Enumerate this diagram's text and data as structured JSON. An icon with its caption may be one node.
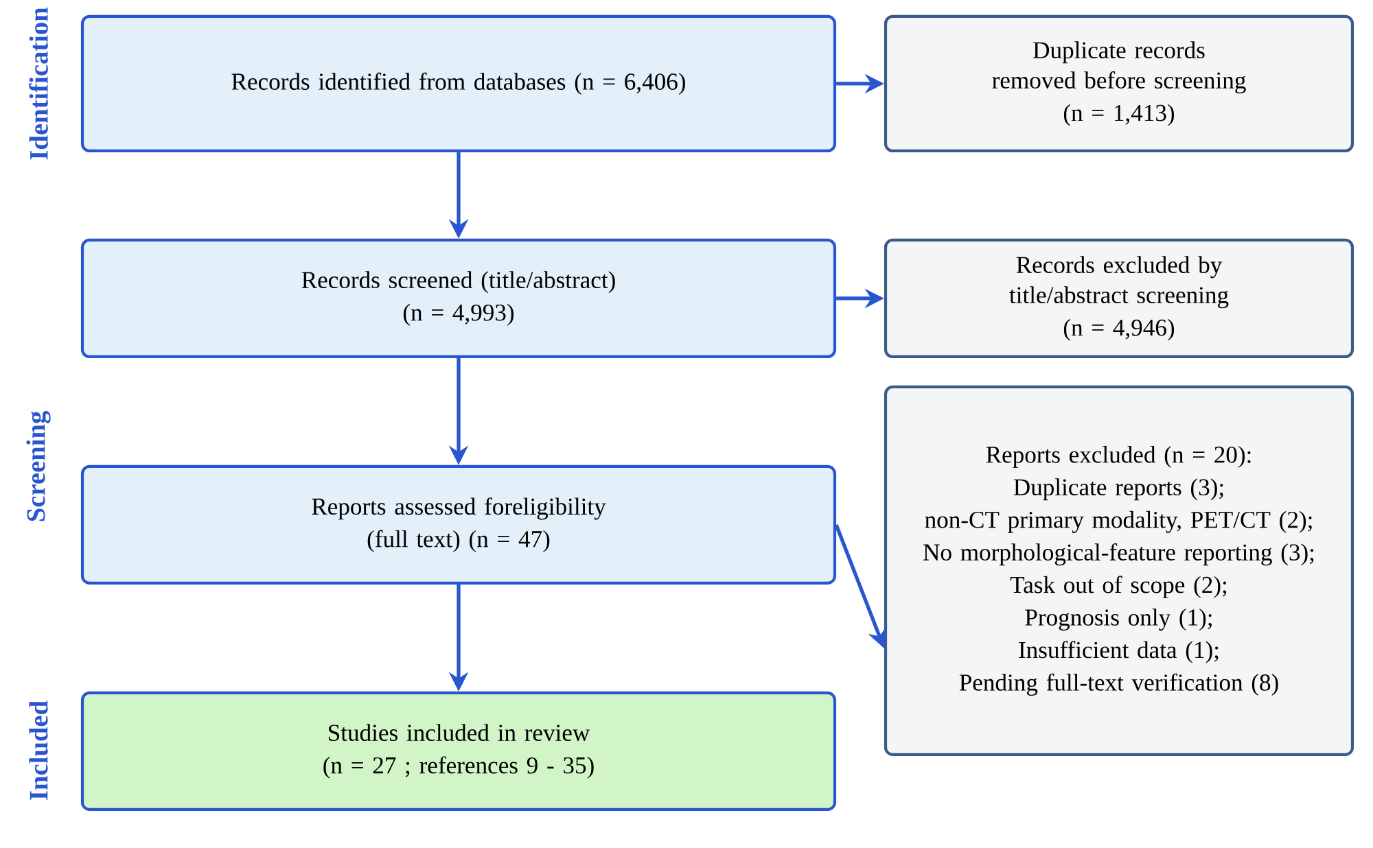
{
  "diagram": {
    "nodes": [
      {
        "text": [
          "Records identified from databases (n = 6,406)"
        ]
      },
      {
        "text": [
          "Duplicate records removed before screening",
          "(n = 1,413)"
        ]
      },
      {
        "text": [
          "Records screened (title/abstract)",
          "(n = 4,993)"
        ]
      },
      {
        "text": [
          "Records excluded by title/abstract screening",
          "(n = 4,946)"
        ]
      },
      {
        "text": [
          "Reports assessed foreligibility",
          "(full text) (n = 47)"
        ]
      },
      {
        "text": [
          "Reports excluded (n = 20):",
          "Duplicate reports (3);",
          "non-CT primary modality, PET/CT (2);",
          "No morphological-feature reporting (3);",
          "Task out of scope (2);",
          "Prognosis only (1);",
          "Insufficient data (1);",
          "Pending full-text verification (8)"
        ]
      },
      {
        "text": [
          "Studies included in review",
          "(n = 27 ; references 9 - 35)"
        ]
      }
    ],
    "edges": [
      {
        "from": 0,
        "to": 1,
        "arrow": "to"
      },
      {
        "from": 0,
        "to": 2,
        "arrow": "to"
      },
      {
        "from": 2,
        "to": 3,
        "arrow": "to"
      },
      {
        "from": 2,
        "to": 4,
        "arrow": "to"
      },
      {
        "from": 4,
        "to": 5,
        "arrow": "to"
      },
      {
        "from": 4,
        "to": 6,
        "arrow": "to"
      }
    ],
    "labels": [
      "Identification",
      "Screening",
      "Included"
    ]
  }
}
